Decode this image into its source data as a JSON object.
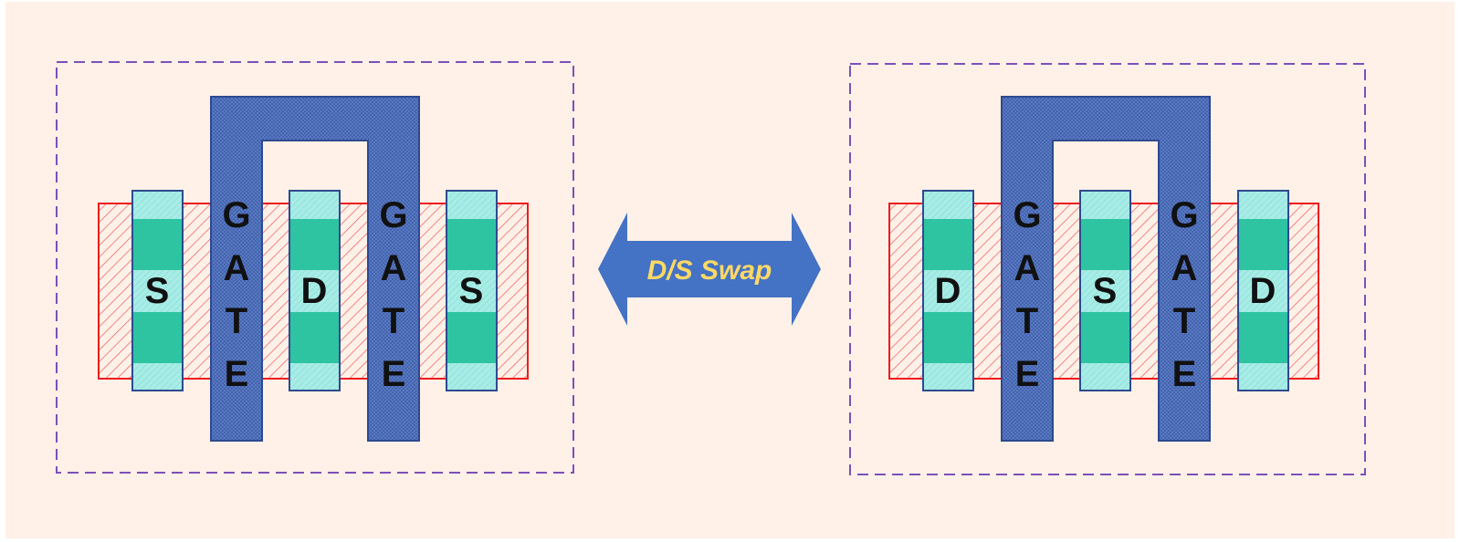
{
  "colors": {
    "background": "#fff1e8",
    "boundary": "#7e4fb8",
    "diffusion_outline": "#ee1c1c",
    "diffusion_hatch": "#f06a6a",
    "contact_fill": "#2ec4a2",
    "contact_light": "#a8ece6",
    "contact_border": "#2e4a8e",
    "gate_fill": "#5c7cc4",
    "gate_border": "#2e4a8e",
    "arrow_fill": "#4472c4",
    "arrow_text": "#ffd966"
  },
  "swap_arrow": {
    "icon": "double-headed-arrow-icon",
    "label": "D/S Swap"
  },
  "left_layout": {
    "gate_labels": [
      "GATE",
      "GATE"
    ],
    "terminals": [
      "S",
      "D",
      "S"
    ]
  },
  "right_layout": {
    "gate_labels": [
      "GATE",
      "GATE"
    ],
    "terminals": [
      "D",
      "S",
      "D"
    ]
  }
}
